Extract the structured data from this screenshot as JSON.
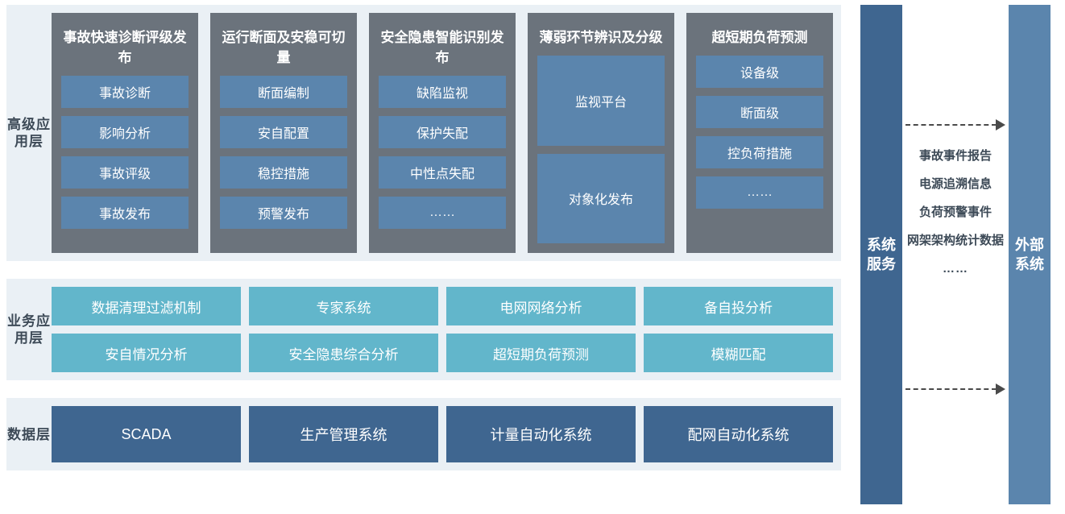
{
  "layers": [
    {
      "name": "advanced-application-layer",
      "label": "高级应用层",
      "columns": [
        {
          "title": "事故快速诊断评级发布",
          "items": [
            "事故诊断",
            "影响分析",
            "事故评级",
            "事故发布"
          ]
        },
        {
          "title": "运行断面及安稳可切量",
          "items": [
            "断面编制",
            "安自配置",
            "稳控措施",
            "预警发布"
          ]
        },
        {
          "title": "安全隐患智能识别发布",
          "items": [
            "缺陷监视",
            "保护失配",
            "中性点失配",
            "……"
          ]
        },
        {
          "title": "薄弱环节辨识及分级",
          "items": [
            "监视平台",
            "对象化发布"
          ]
        },
        {
          "title": "超短期负荷预测",
          "items": [
            "设备级",
            "断面级",
            "控负荷措施",
            "……"
          ]
        }
      ]
    },
    {
      "name": "business-application-layer",
      "label": "业务应用层",
      "rows": [
        [
          "数据清理过滤机制",
          "专家系统",
          "电网网络分析",
          "备自投分析"
        ],
        [
          "安自情况分析",
          "安全隐患综合分析",
          "超短期负荷预测",
          "模糊匹配"
        ]
      ]
    },
    {
      "name": "data-layer",
      "label": "数据层",
      "items": [
        "SCADA",
        "生产管理系统",
        "计量自动化系统",
        "配网自动化系统"
      ]
    }
  ],
  "service_bar": {
    "label": "系统服务"
  },
  "external_bar": {
    "label": "外部系统"
  },
  "flow": {
    "labels": [
      "事故事件报告",
      "电源追溯信息",
      "负荷预警事件",
      "网架架构统计数据"
    ],
    "ellipsis": "……"
  },
  "colors": {
    "band_background": "#eaf0f5",
    "app_column": "#6b737c",
    "app_item": "#5b85ad",
    "business_item": "#62b6cb",
    "data_item": "#3f6690",
    "service_bar": "#3f6690",
    "external_bar": "#5b85ad",
    "label_text": "#3d4a57",
    "arrow": "#4a4a4a"
  }
}
